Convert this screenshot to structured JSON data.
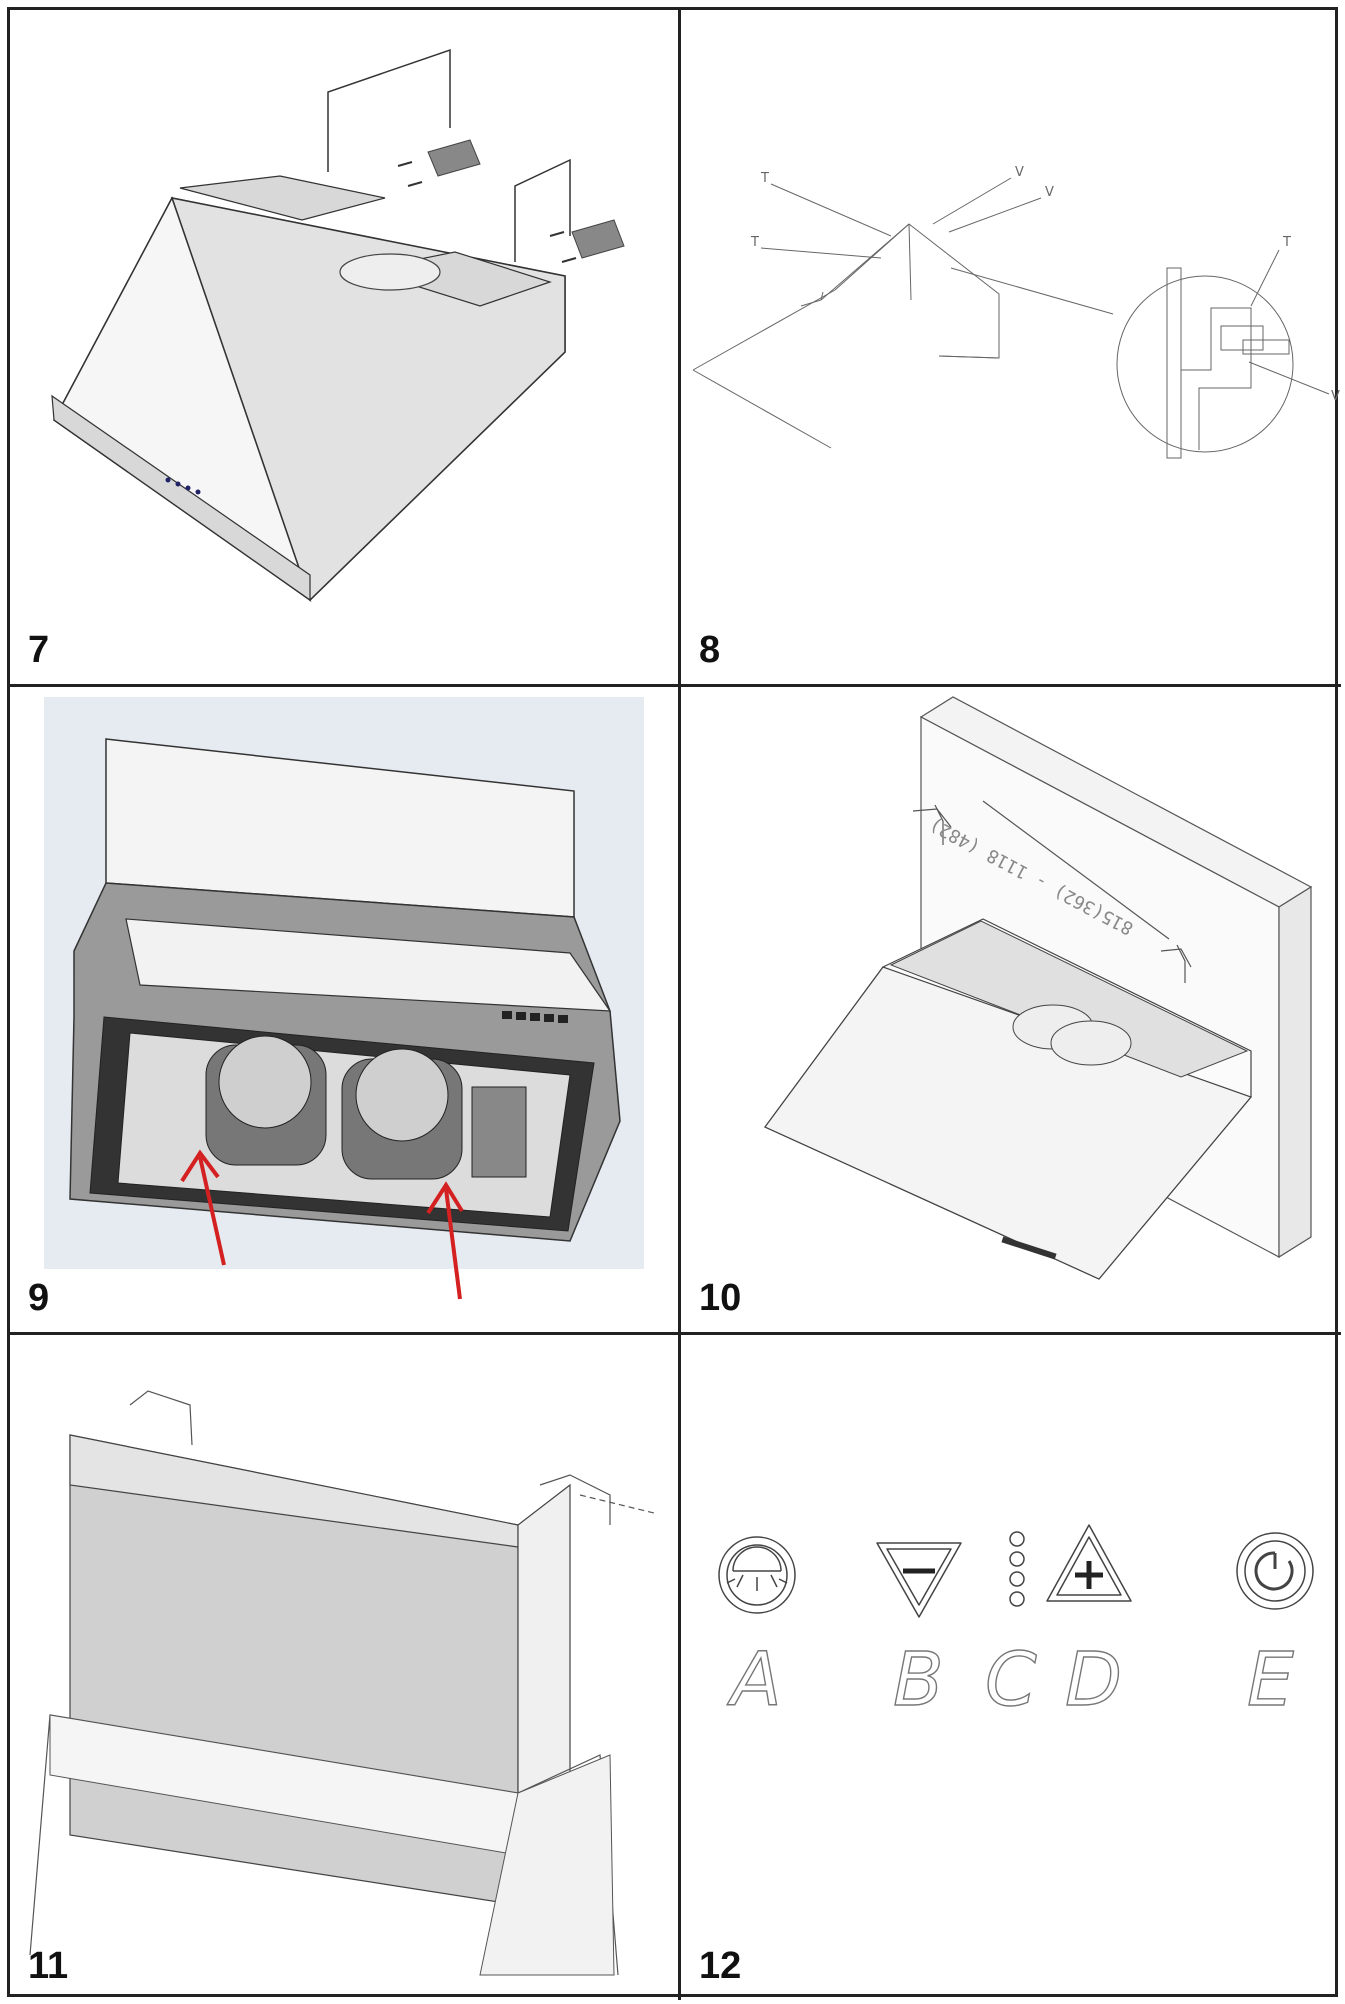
{
  "steps": [
    {
      "number": "7"
    },
    {
      "number": "8"
    },
    {
      "number": "9"
    },
    {
      "number": "10"
    },
    {
      "number": "11"
    },
    {
      "number": "12"
    }
  ],
  "step8_labels": {
    "t1": "T",
    "t2": "T",
    "v1": "V",
    "v2": "V",
    "t_detail": "T",
    "v_detail": "V"
  },
  "step10_dimension": "815(362) - 1118 (482)",
  "controls": [
    {
      "letter": "A",
      "icon": "light-icon"
    },
    {
      "letter": "B",
      "icon": "minus-icon"
    },
    {
      "letter": "C",
      "icon": "speed-indicator-icon"
    },
    {
      "letter": "D",
      "icon": "plus-icon"
    },
    {
      "letter": "E",
      "icon": "power-timer-icon"
    }
  ],
  "colors": {
    "border": "#222222",
    "arrow": "#d42020",
    "line_art": "#555555"
  }
}
